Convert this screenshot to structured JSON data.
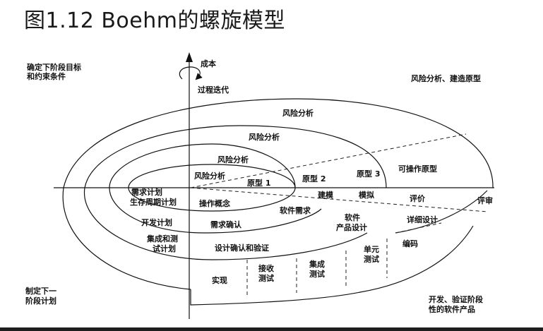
{
  "title": "图1.12 Boehm的螺旋模型",
  "axes": {
    "y_label": "成本",
    "x_label": "评审",
    "rotation_label": "过程迭代"
  },
  "quadrants": {
    "top_left": [
      "确定下阶段目标",
      "和约束条件"
    ],
    "top_right": "风险分析、建造原型",
    "bottom_left": [
      "制定下一",
      "阶段计划"
    ],
    "bottom_right": [
      "开发、验证阶段",
      "性的软件产品"
    ]
  },
  "risk_labels": [
    "风险分析",
    "风险分析",
    "风险分析",
    "风险分析"
  ],
  "prototypes": [
    "原型 1",
    "原型 2",
    "原型 3",
    "可操作原型"
  ],
  "left_labels": {
    "plan1": [
      "需求计划",
      "生存周期计划"
    ],
    "plan2": "开发计划",
    "plan3": [
      "集成和测",
      "试计划"
    ]
  },
  "right_labels": {
    "concept": "操作概念",
    "req_confirm": "需求确认",
    "design_confirm": "设计确认和验证",
    "software_req": "软件需求",
    "product_design": [
      "软件",
      "产品设计"
    ],
    "modeling": "建模",
    "simulation": "模拟",
    "evaluation": "评价",
    "detailed_design": "详细设计",
    "coding": "编码",
    "unit_test": [
      "单元",
      "测试"
    ],
    "integration_test": [
      "集成",
      "测试"
    ],
    "acceptance_test": [
      "接收",
      "测试"
    ],
    "implementation": "实现"
  }
}
